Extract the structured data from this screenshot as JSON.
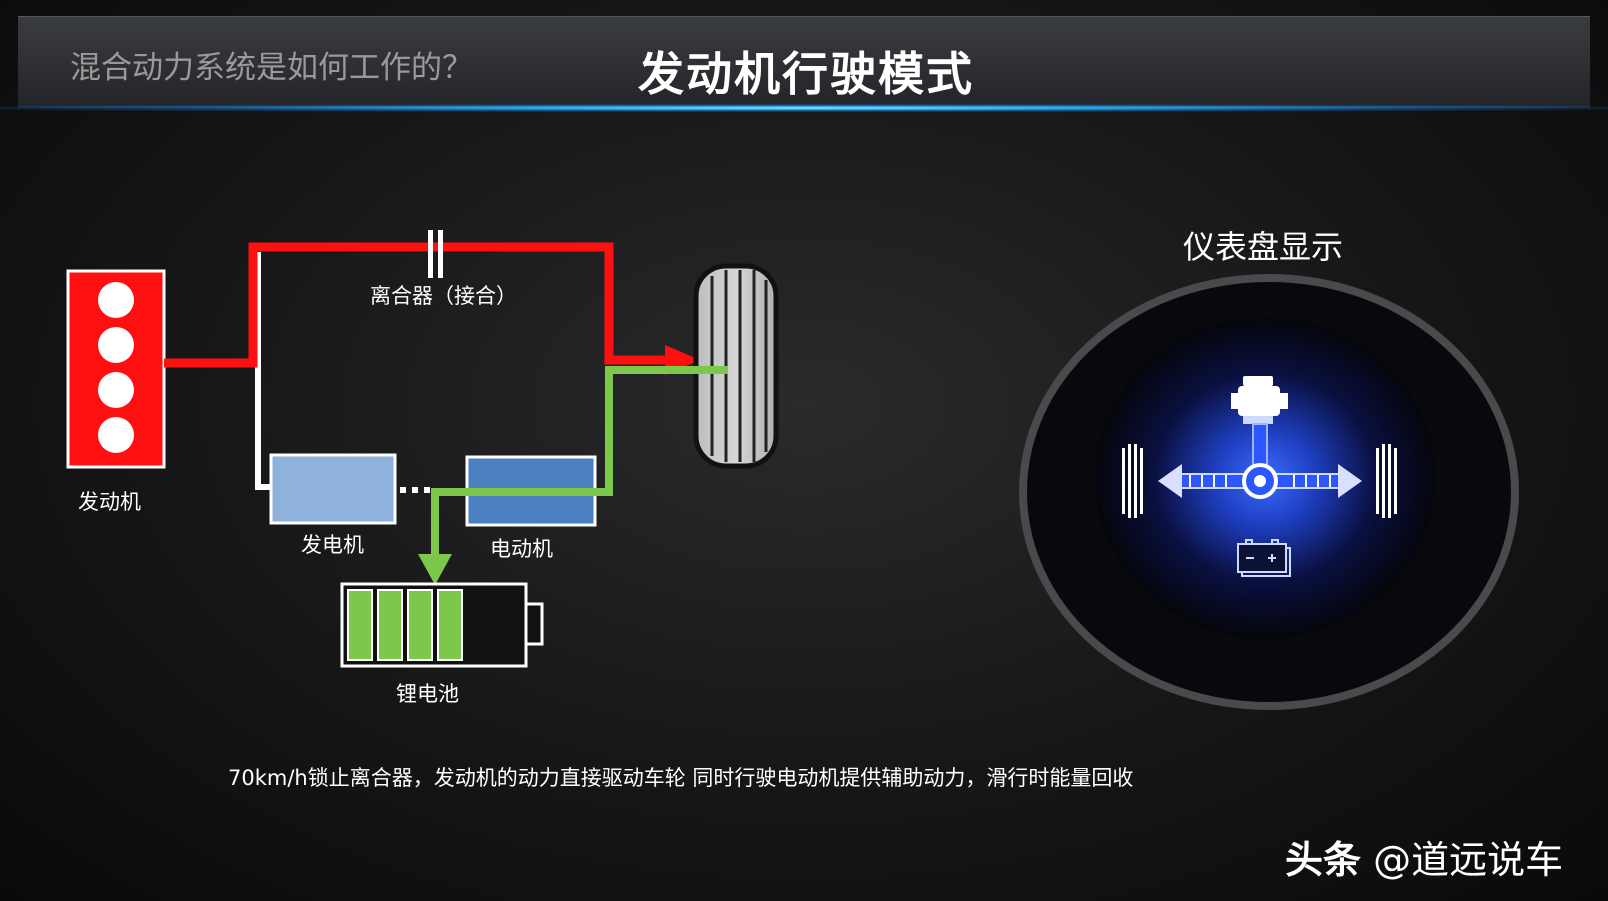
{
  "header": {
    "subtitle": "混合动力系统是如何工作的？",
    "title": "发动机行驶模式"
  },
  "diagram": {
    "engine_label": "发动机",
    "clutch_label": "离合器（接合）",
    "generator_label": "发电机",
    "motor_label": "电动机",
    "battery_label": "锂电池",
    "battery_fill_cells": 4,
    "colors": {
      "engine_flow": "#ff1010",
      "motor_flow": "#7dc84a",
      "generator": "#8fb2dc",
      "motor": "#4a7fc0",
      "battery_cell": "#7dc84a"
    }
  },
  "dashboard": {
    "title": "仪表盘显示",
    "icons": [
      "engine-icon",
      "gear-icon",
      "wheel-icon",
      "battery-icon"
    ]
  },
  "caption": "70km/h锁止离合器，发动机的动力直接驱动车轮   同时行驶电动机提供辅助动力，滑行时能量回收",
  "watermark": {
    "brand": "头条",
    "account": "@道远说车"
  }
}
